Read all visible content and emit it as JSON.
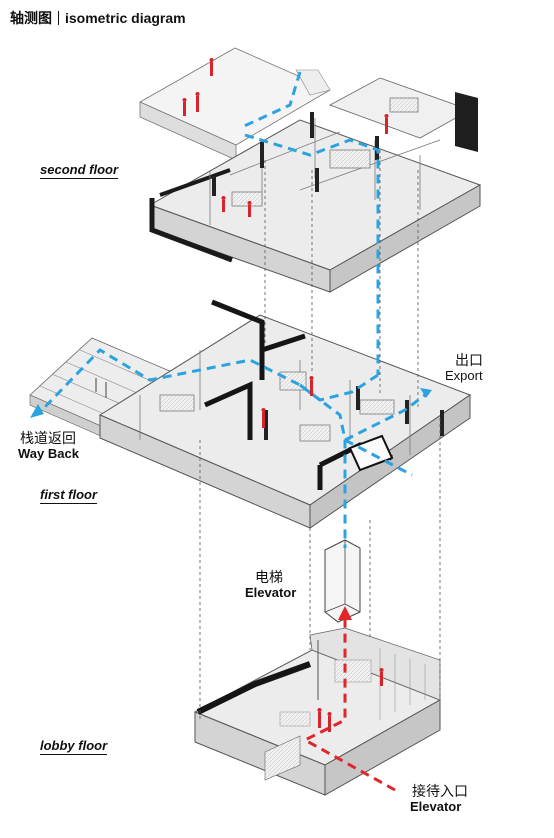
{
  "header": {
    "title_zh": "轴测图",
    "title_en": "isometric diagram"
  },
  "floors": {
    "second": "second floor",
    "first": "first floor",
    "lobby": "lobby floor"
  },
  "annotations": {
    "export_zh": "出口",
    "export_en": "Export",
    "wayback_zh": "栈道返回",
    "wayback_en": "Way Back",
    "elevator_zh": "电梯",
    "elevator_en": "Elevator",
    "reception_zh": "接待入口",
    "reception_en": "Elevator"
  },
  "colors": {
    "path_blue": "#2aa3e0",
    "path_red": "#e0262a",
    "figure_red": "#d9232a",
    "slab": "#e7e7e7",
    "wall_dark": "#1a1a1a"
  }
}
